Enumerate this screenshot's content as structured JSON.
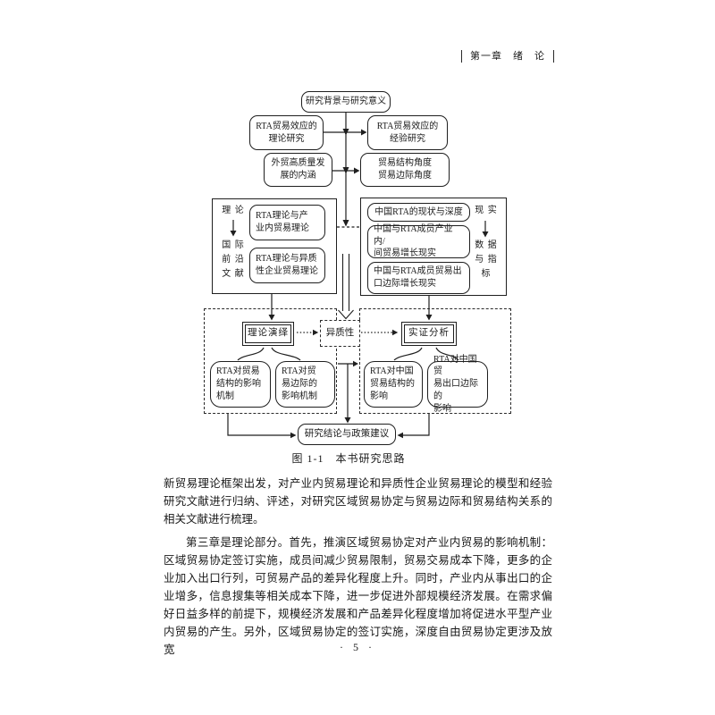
{
  "page": {
    "header_title": "第一章　绪　论",
    "page_number": "· 5 ·"
  },
  "figure": {
    "caption": "图 1-1　本书研究思路",
    "nodes": {
      "background": "研究背景与研究意义",
      "rta_theory_research": "RTA贸易效应的\n理论研究",
      "rta_empirical_research": "RTA贸易效应的\n经验研究",
      "hq_trade_meaning": "外贸高质量发\n展的内涵",
      "trade_angles": "贸易结构角度\n贸易边际角度",
      "theory_label": "理 论",
      "intl_frontier_literature": "国 际\n前 沿\n文 献",
      "rta_iit_theory": "RTA理论与产\n业内贸易理论",
      "rta_heterogeneous_theory": "RTA理论与异质\n性企业贸易理论",
      "china_rta_status": "中国RTA的现状与深度",
      "china_rta_iit_growth": "中国与RTA成员产业内/\n间贸易增长现实",
      "china_rta_margin_growth": "中国与RTA成员贸易出\n口边际增长现实",
      "reality_label": "现 实",
      "data_indicators": "数 据\n与 指\n标",
      "theory_deduction": "理论演绎",
      "heterogeneity": "异质性",
      "empirical_analysis": "实证分析",
      "mechanism_structure": "RTA对贸易\n结构的影响\n机制",
      "mechanism_margin": "RTA对贸\n易边际的\n影响机制",
      "impact_structure": "RTA对中国\n贸易结构的\n影响",
      "impact_margin": "RTA对中国贸\n易出口边际的\n影响",
      "conclusion": "研究结论与政策建议"
    }
  },
  "body": {
    "para1": "新贸易理论框架出发，对产业内贸易理论和异质性企业贸易理论的模型和经验研究文献进行归纳、评述，对研究区域贸易协定与贸易边际和贸易结构关系的相关文献进行梳理。",
    "para2": "第三章是理论部分。首先，推演区域贸易协定对产业内贸易的影响机制：区域贸易协定签订实施，成员间减少贸易限制，贸易交易成本下降，更多的企业加入出口行列，可贸易产品的差异化程度上升。同时，产业内从事出口的企业增多，信息搜集等相关成本下降，进一步促进外部规模经济发展。在需求偏好日益多样的前提下，规模经济发展和产品差异化程度增加将促进水平型产业内贸易的产生。另外，区域贸易协定的签订实施，深度自由贸易协定更涉及放宽"
  }
}
